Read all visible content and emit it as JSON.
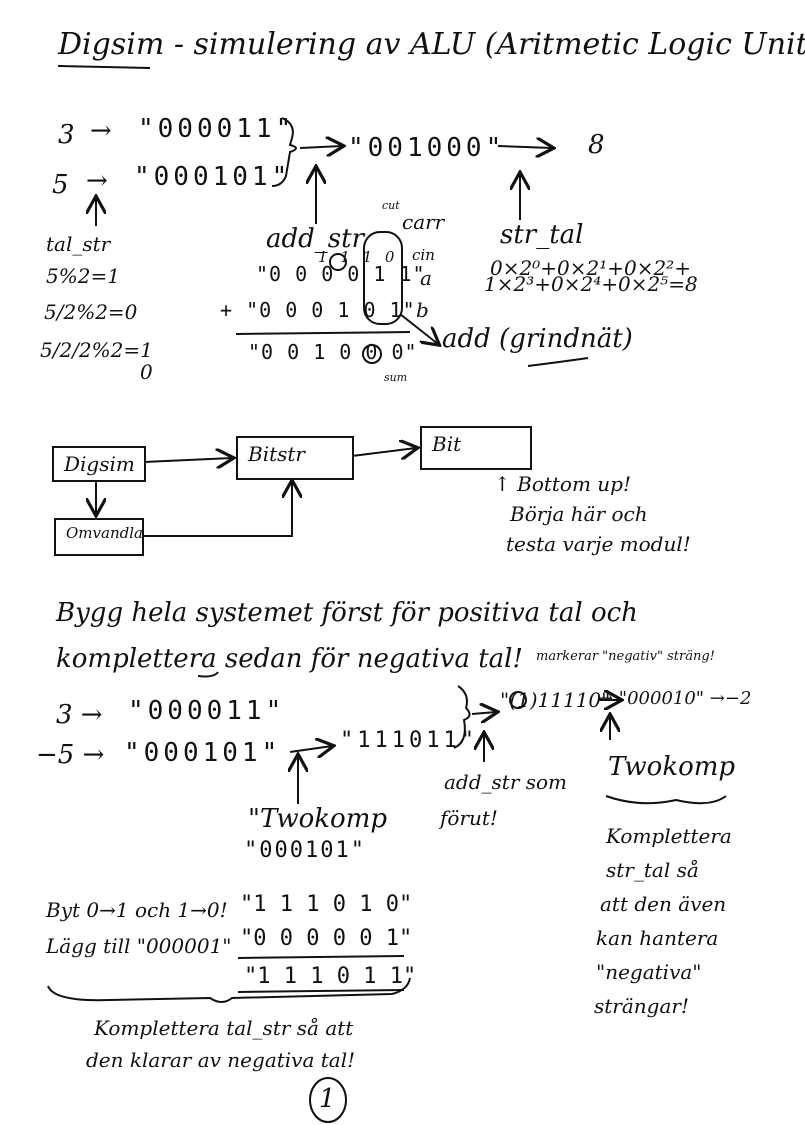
{
  "title": "Digsim - simulering av ALU (Aritmetic Logic Unit)",
  "section1": {
    "in3": "3",
    "arrow": "→",
    "str3": "\"000011\"",
    "in5": "5",
    "str5": "\"000101\"",
    "sum_str": "\"001000\"",
    "result": "8",
    "tal_str_label": "tal_str",
    "calc1": "5%2=1",
    "calc2": "5/2%2=0",
    "calc3": "5/2/2%2=1",
    "calc4": "0",
    "add_str_label": "add_str",
    "carries": "1 1 1 0",
    "cut": "cut",
    "carr": "carr",
    "cin": "cin",
    "a_row": "\"0 0 0 0 1 1\"",
    "a_lbl": "a",
    "b_row": "+ \"0 0 0 1 0 1\"",
    "b_lbl": "b",
    "sum_row": "\"0 0 1 0 0 0\"",
    "sum_lbl": "sum",
    "add_label": "add (grindnät)",
    "str_tal_label": "str_tal",
    "eq1": "0×2⁰+0×2¹+0×2²+",
    "eq2": "1×2³+0×2⁴+0×2⁵=8"
  },
  "diagram": {
    "digsim": "Digsim",
    "bitstr": "Bitstr",
    "bit": "Bit",
    "omvandla": "Omvandla",
    "note1": "↑ Bottom up!",
    "note2": "Börja här och",
    "note3": "testa varje modul!"
  },
  "section2": {
    "line1": "Bygg hela systemet först för positiva tal och",
    "line2": "komplettera sedan för negativa tal!",
    "n3": "3 →",
    "s3": "\"000011\"",
    "n5": "−5 →",
    "s5": "\"000101\"",
    "s5neg": "\"111011\"",
    "markerar": "markerar \"negativ\" sträng!",
    "res": "\"(1)11110\"",
    "res2": "→ \"000010\" →−2",
    "addstr1": "add_str som",
    "addstr2": "förut!",
    "twokomp_right": "Twokomp",
    "twokomp_mid1": "\"Twokomp",
    "twokomp_mid2": "\"000101\"",
    "byt": "Byt 0→1 och 1→0!",
    "lagg": "Lägg till \"000001\"",
    "r1": "\"1 1 1 0 1 0\"",
    "r2": "\"0 0 0 0 0 1\"",
    "r3": "\"1 1 1 0 1 1\"",
    "komp1": "Komplettera",
    "komp2": "str_tal så",
    "komp3": "att den även",
    "komp4": "kan hantera",
    "komp5": "\"negativa\"",
    "komp6": "strängar!",
    "bottom1": "Komplettera tal_str så att",
    "bottom2": "den klarar av negativa tal!",
    "page": "1"
  }
}
